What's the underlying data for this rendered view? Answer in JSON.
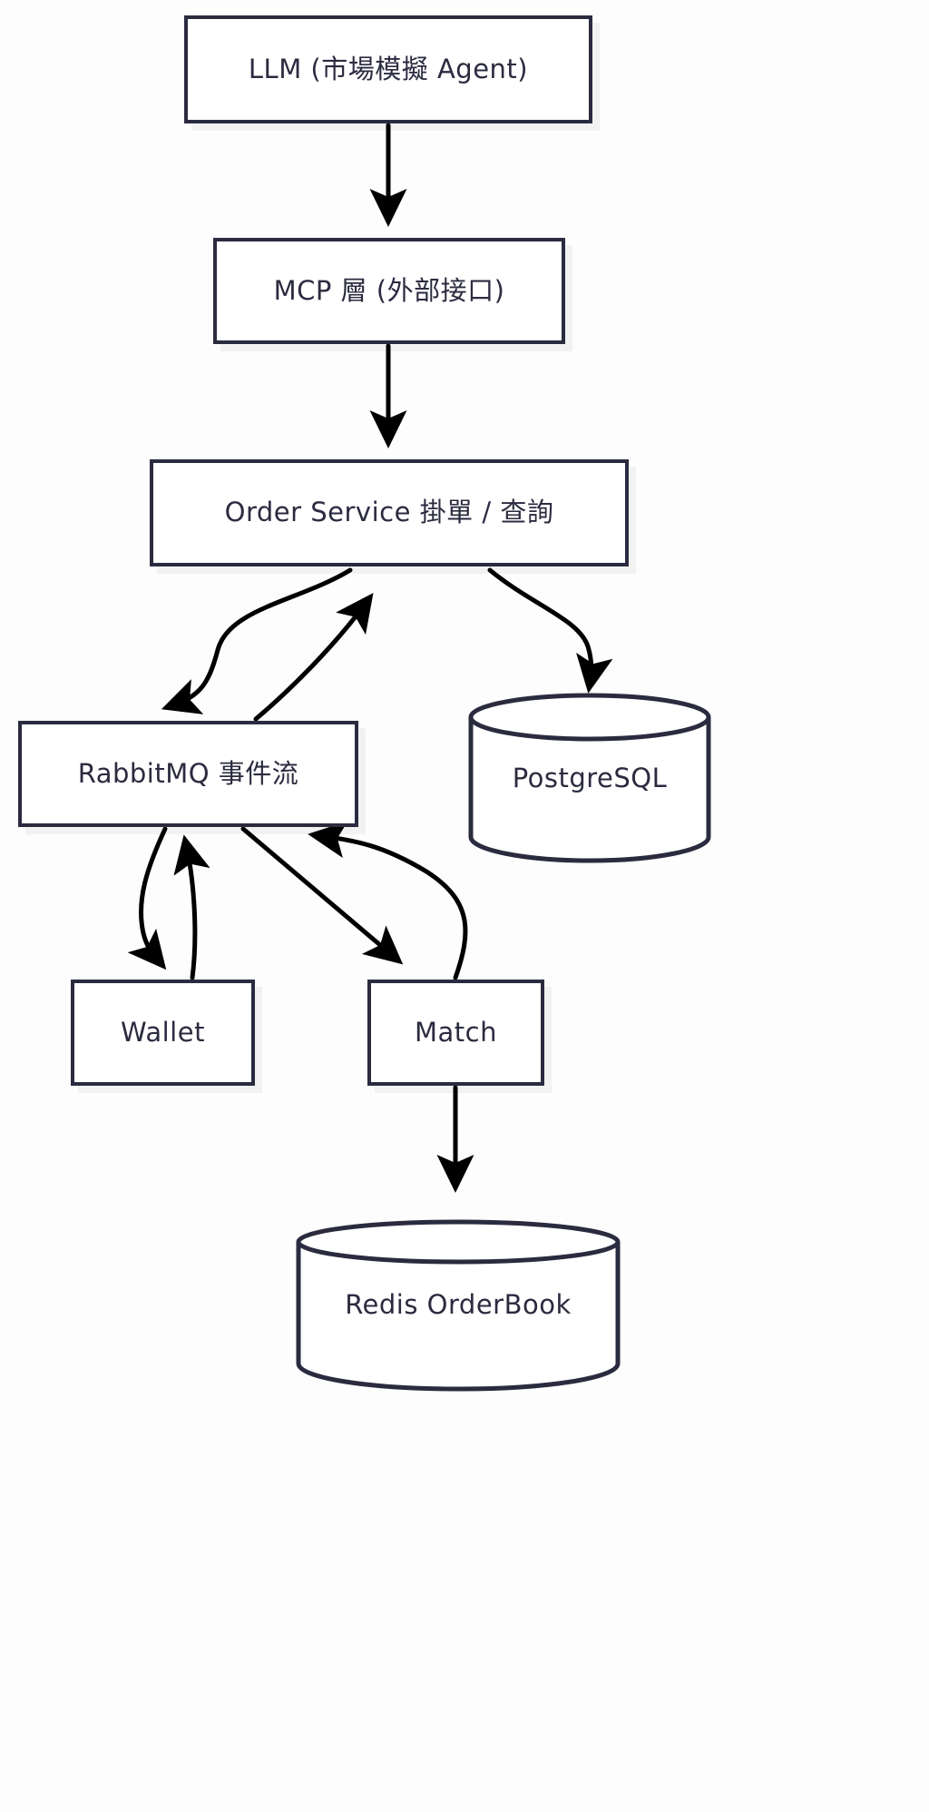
{
  "diagram": {
    "title": "LLM Market Simulation Trading System Architecture",
    "type": "flowchart",
    "direction": "top-down",
    "colors": {
      "node_stroke": "#2b2b40",
      "node_fill": "#ffffff",
      "edge_stroke": "#000000",
      "shadow": "#efefef",
      "background": "#fdfdfd"
    },
    "nodes": [
      {
        "id": "llm",
        "label": "LLM (市場模擬 Agent)",
        "shape": "rectangle"
      },
      {
        "id": "mcp",
        "label": "MCP 層 (外部接口)",
        "shape": "rectangle"
      },
      {
        "id": "order",
        "label": "Order Service 掛單 / 查詢",
        "shape": "rectangle"
      },
      {
        "id": "rabbit",
        "label": "RabbitMQ 事件流",
        "shape": "rectangle"
      },
      {
        "id": "postgres",
        "label": "PostgreSQL",
        "shape": "cylinder"
      },
      {
        "id": "wallet",
        "label": "Wallet",
        "shape": "rectangle"
      },
      {
        "id": "match",
        "label": "Match",
        "shape": "rectangle"
      },
      {
        "id": "redis",
        "label": "Redis OrderBook",
        "shape": "cylinder"
      }
    ],
    "edges": [
      {
        "from": "llm",
        "to": "mcp",
        "style": "straight-arrow"
      },
      {
        "from": "mcp",
        "to": "order",
        "style": "straight-arrow"
      },
      {
        "from": "order",
        "to": "rabbit",
        "style": "curved-arrow"
      },
      {
        "from": "rabbit",
        "to": "order",
        "style": "curved-arrow"
      },
      {
        "from": "order",
        "to": "postgres",
        "style": "curved-arrow"
      },
      {
        "from": "rabbit",
        "to": "wallet",
        "style": "curved-arrow"
      },
      {
        "from": "wallet",
        "to": "rabbit",
        "style": "curved-arrow"
      },
      {
        "from": "rabbit",
        "to": "match",
        "style": "curved-arrow"
      },
      {
        "from": "match",
        "to": "rabbit",
        "style": "curved-arrow"
      },
      {
        "from": "match",
        "to": "redis",
        "style": "straight-arrow"
      }
    ]
  }
}
